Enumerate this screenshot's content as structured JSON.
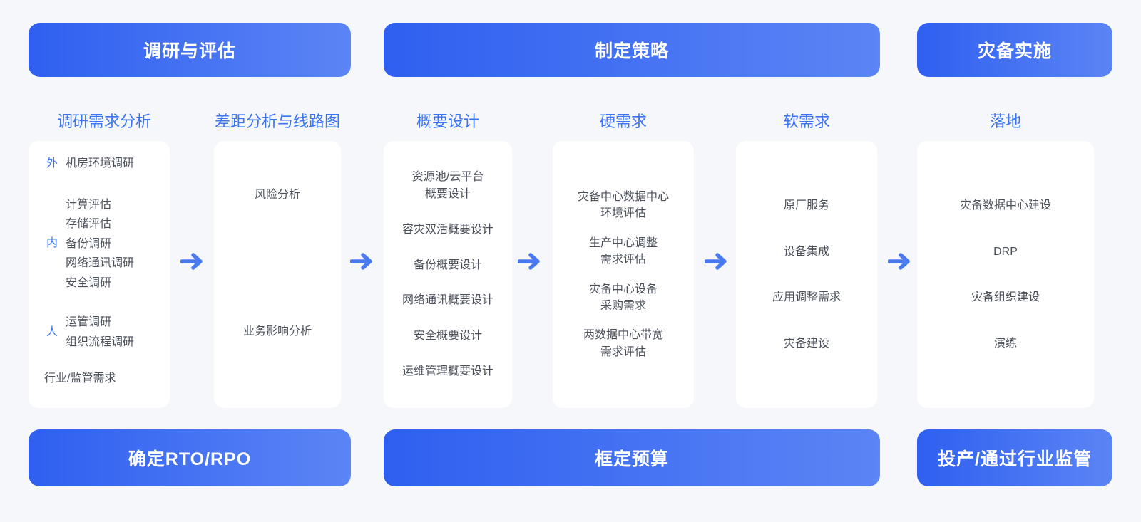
{
  "phases": [
    {
      "label": "调研与评估"
    },
    {
      "label": "制定策略"
    },
    {
      "label": "灾备实施"
    }
  ],
  "columns": [
    {
      "title": "调研需求分析",
      "groups": [
        {
          "label": "外",
          "items": [
            "机房环境调研"
          ]
        },
        {
          "label": "内",
          "items": [
            "计算评估",
            "存储评估",
            "备份调研",
            "网络通讯调研",
            "安全调研"
          ]
        },
        {
          "label": "人",
          "items": [
            "运管调研",
            "组织流程调研"
          ]
        }
      ],
      "extra": "行业/监管需求"
    },
    {
      "title": "差距分析与线路图",
      "items": [
        "风险分析",
        "业务影响分析"
      ]
    },
    {
      "title": "概要设计",
      "items": [
        "资源池/云平台\n概要设计",
        "容灾双活概要设计",
        "备份概要设计",
        "网络通讯概要设计",
        "安全概要设计",
        "运维管理概要设计"
      ]
    },
    {
      "title": "硬需求",
      "items": [
        "灾备中心数据中心\n环境评估",
        "生产中心调整\n需求评估",
        "灾备中心设备\n采购需求",
        "两数据中心带宽\n需求评估"
      ]
    },
    {
      "title": "软需求",
      "items": [
        "原厂服务",
        "设备集成",
        "应用调整需求",
        "灾备建设"
      ]
    },
    {
      "title": "落地",
      "items": [
        "灾备数据中心建设",
        "DRP",
        "灾备组织建设",
        "演练"
      ]
    }
  ],
  "outcomes": [
    {
      "label": "确定RTO/RPO"
    },
    {
      "label": "框定预算"
    },
    {
      "label": "投产/通过行业监管"
    }
  ],
  "colors": {
    "accent": "#3b74f2",
    "banner_from": "#2f5ff0",
    "banner_to": "#5b85f5",
    "background": "#f5f7fa",
    "card": "#ffffff",
    "text": "#4a4f59"
  },
  "icons": {
    "arrow": "arrow-right-icon"
  }
}
